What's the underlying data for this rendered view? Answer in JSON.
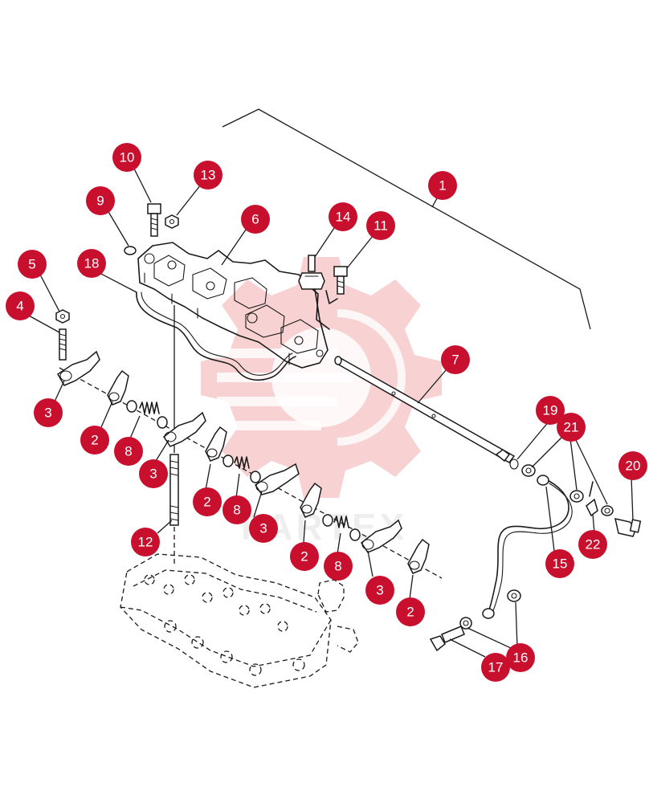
{
  "colors": {
    "callout": "#c8102e",
    "callout_text": "#ffffff",
    "line": "#1a1a1a",
    "watermark": "#f3b3b3"
  },
  "watermark": {
    "icon": "gear-watermark-icon",
    "text": "PARTEX"
  },
  "callouts": [
    {
      "id": "c1",
      "label": "1"
    },
    {
      "id": "c2a",
      "label": "2"
    },
    {
      "id": "c2b",
      "label": "2"
    },
    {
      "id": "c2c",
      "label": "2"
    },
    {
      "id": "c2d",
      "label": "2"
    },
    {
      "id": "c3a",
      "label": "3"
    },
    {
      "id": "c3b",
      "label": "3"
    },
    {
      "id": "c3c",
      "label": "3"
    },
    {
      "id": "c3d",
      "label": "3"
    },
    {
      "id": "c4",
      "label": "4"
    },
    {
      "id": "c5",
      "label": "5"
    },
    {
      "id": "c6",
      "label": "6"
    },
    {
      "id": "c7",
      "label": "7"
    },
    {
      "id": "c8a",
      "label": "8"
    },
    {
      "id": "c8b",
      "label": "8"
    },
    {
      "id": "c8c",
      "label": "8"
    },
    {
      "id": "c9",
      "label": "9"
    },
    {
      "id": "c10",
      "label": "10"
    },
    {
      "id": "c11",
      "label": "11"
    },
    {
      "id": "c12",
      "label": "12"
    },
    {
      "id": "c13",
      "label": "13"
    },
    {
      "id": "c14",
      "label": "14"
    },
    {
      "id": "c15",
      "label": "15"
    },
    {
      "id": "c16",
      "label": "16"
    },
    {
      "id": "c17",
      "label": "17"
    },
    {
      "id": "c18",
      "label": "18"
    },
    {
      "id": "c19",
      "label": "19"
    },
    {
      "id": "c20",
      "label": "20"
    },
    {
      "id": "c21",
      "label": "21"
    },
    {
      "id": "c22",
      "label": "22"
    }
  ]
}
